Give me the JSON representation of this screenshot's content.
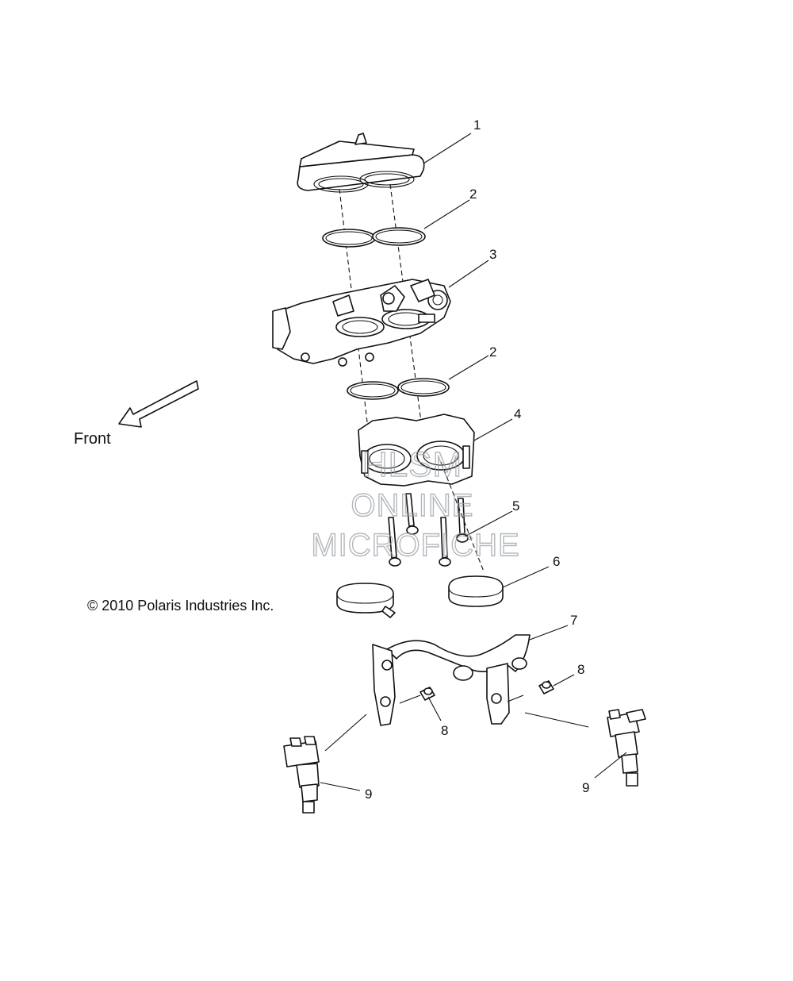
{
  "diagram": {
    "callouts": [
      "1",
      "2",
      "3",
      "2",
      "4",
      "5",
      "6",
      "7",
      "8",
      "8",
      "9",
      "9"
    ],
    "front_label": "Front",
    "copyright": "© 2010 Polaris Industries Inc.",
    "watermark": [
      "HLSM",
      "ONLINE",
      "MICROFICHE"
    ]
  }
}
